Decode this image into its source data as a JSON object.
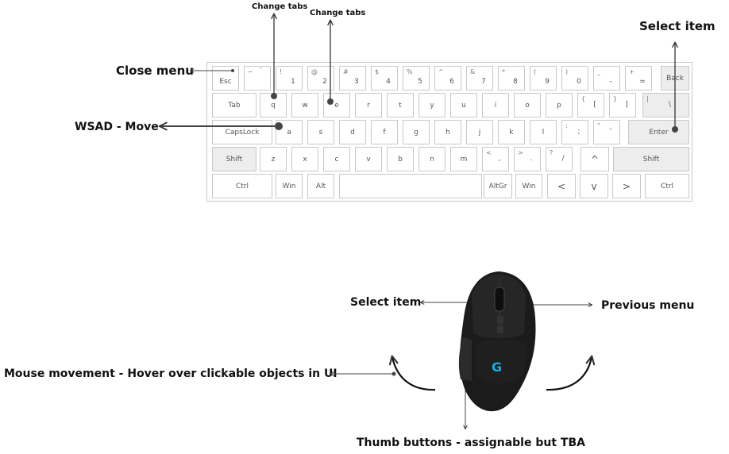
{
  "labels": {
    "change_tabs_1": "Change tabs",
    "change_tabs_2": "Change tabs",
    "select_item_kb": "Select item",
    "close_menu": "Close menu",
    "wsad_move": "WSAD - Move",
    "select_item_mouse": "Select item",
    "previous_menu": "Previous menu",
    "mouse_movement": "Mouse movement - Hover over clickable objects in UI",
    "thumb_buttons": "Thumb buttons - assignable but TBA"
  },
  "keyboard": {
    "row1": [
      {
        "main": "Esc"
      },
      {
        "main": "`",
        "sub": "~"
      },
      {
        "main": "1",
        "sub": "!"
      },
      {
        "main": "2",
        "sub": "@"
      },
      {
        "main": "3",
        "sub": "#"
      },
      {
        "main": "4",
        "sub": "$"
      },
      {
        "main": "5",
        "sub": "%"
      },
      {
        "main": "6",
        "sub": "^"
      },
      {
        "main": "7",
        "sub": "&"
      },
      {
        "main": "8",
        "sub": "*"
      },
      {
        "main": "9",
        "sub": "("
      },
      {
        "main": "0",
        "sub": ")"
      },
      {
        "main": "-",
        "sub": "_"
      },
      {
        "main": "=",
        "sub": "+"
      },
      {
        "main": "Back"
      }
    ],
    "row2": [
      {
        "main": "Tab"
      },
      {
        "main": "q"
      },
      {
        "main": "w"
      },
      {
        "main": "e"
      },
      {
        "main": "r"
      },
      {
        "main": "t"
      },
      {
        "main": "y"
      },
      {
        "main": "u"
      },
      {
        "main": "i"
      },
      {
        "main": "o"
      },
      {
        "main": "p"
      },
      {
        "main": "[",
        "sub": "{"
      },
      {
        "main": "]",
        "sub": "}"
      },
      {
        "main": "\\",
        "sub": "|"
      }
    ],
    "row3": [
      {
        "main": "CapsLock"
      },
      {
        "main": "a"
      },
      {
        "main": "s"
      },
      {
        "main": "d"
      },
      {
        "main": "f"
      },
      {
        "main": "g"
      },
      {
        "main": "h"
      },
      {
        "main": "j"
      },
      {
        "main": "k"
      },
      {
        "main": "l"
      },
      {
        "main": ";",
        "sub": ":"
      },
      {
        "main": "'",
        "sub": "\""
      },
      {
        "main": "Enter"
      }
    ],
    "row4": [
      {
        "main": "Shift"
      },
      {
        "main": "z"
      },
      {
        "main": "x"
      },
      {
        "main": "c"
      },
      {
        "main": "v"
      },
      {
        "main": "b"
      },
      {
        "main": "n"
      },
      {
        "main": "m"
      },
      {
        "main": ",",
        "sub": "<"
      },
      {
        "main": ".",
        "sub": ">"
      },
      {
        "main": "/",
        "sub": "?"
      },
      {
        "main": "^"
      },
      {
        "main": "Shift"
      }
    ],
    "row5": [
      {
        "main": "Ctrl"
      },
      {
        "main": "Win"
      },
      {
        "main": "Alt"
      },
      {
        "main": ""
      },
      {
        "main": "AltGr"
      },
      {
        "main": "Win"
      },
      {
        "main": "<"
      },
      {
        "main": "v"
      },
      {
        "main": ">"
      },
      {
        "main": "Ctrl"
      }
    ]
  },
  "colors": {
    "mouse_logo": "#19a9e8",
    "mouse_body": "#1b1b1b",
    "key_border": "#c8c8c8",
    "key_gray": "#ededed"
  }
}
